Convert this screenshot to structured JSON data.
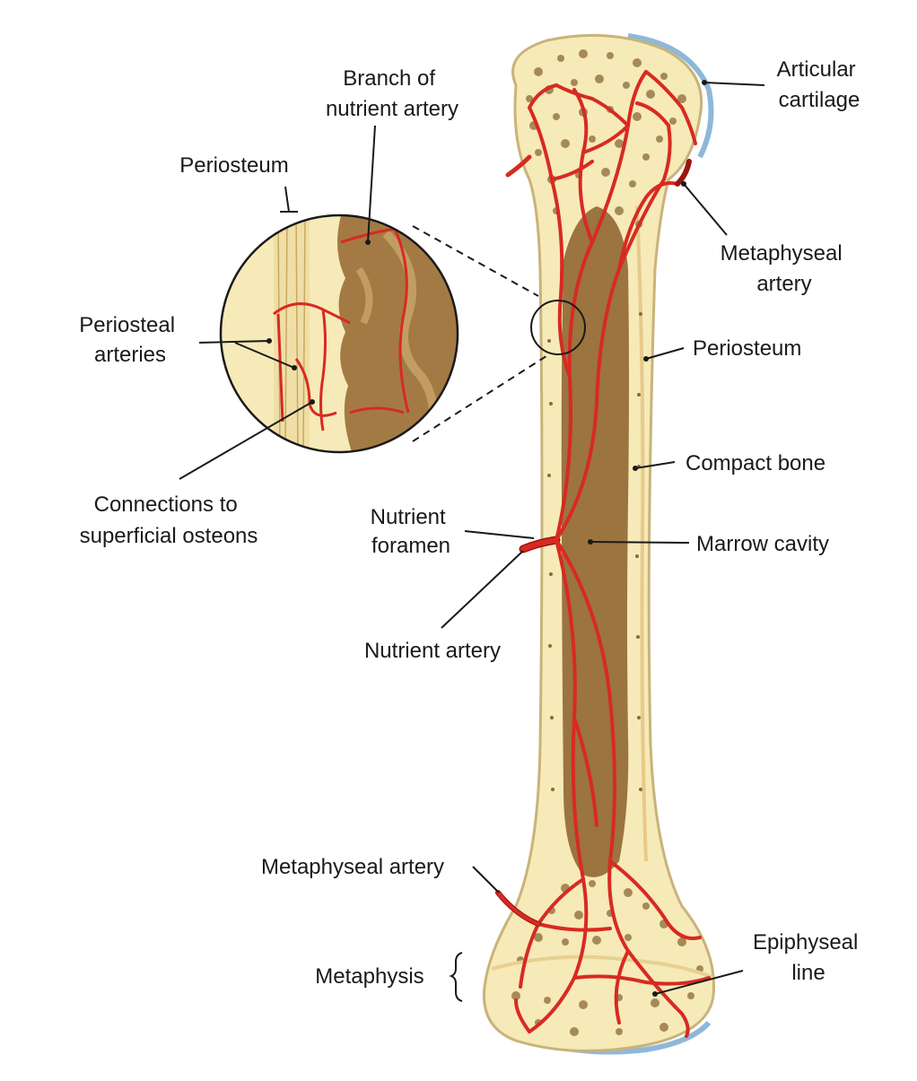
{
  "labels": {
    "branch_of_nutrient_artery": [
      "Branch of",
      "nutrient artery"
    ],
    "periosteum_inset": "Periosteum",
    "periosteal_arteries": [
      "Periosteal",
      "arteries"
    ],
    "connections_to_superficial_osteons": [
      "Connections to",
      "superficial osteons"
    ],
    "articular_cartilage": [
      "Articular",
      "cartilage"
    ],
    "metaphyseal_artery_top": [
      "Metaphyseal",
      "artery"
    ],
    "periosteum": "Periosteum",
    "compact_bone": "Compact bone",
    "nutrient_foramen": [
      "Nutrient",
      "foramen"
    ],
    "marrow_cavity": "Marrow cavity",
    "nutrient_artery": "Nutrient artery",
    "metaphyseal_artery_bottom": "Metaphyseal artery",
    "metaphysis": "Metaphysis",
    "epiphyseal_line": [
      "Epiphyseal",
      "line"
    ]
  },
  "colors": {
    "bone": "#f6eab8",
    "bone_edge": "#c9b37a",
    "marrow": "#9b7440",
    "marrow_light": "#c29a5c",
    "artery": "#d82a22",
    "artery_dark": "#9c1410",
    "cartilage": "#8fb8d8",
    "leader": "#1a1a1a"
  }
}
